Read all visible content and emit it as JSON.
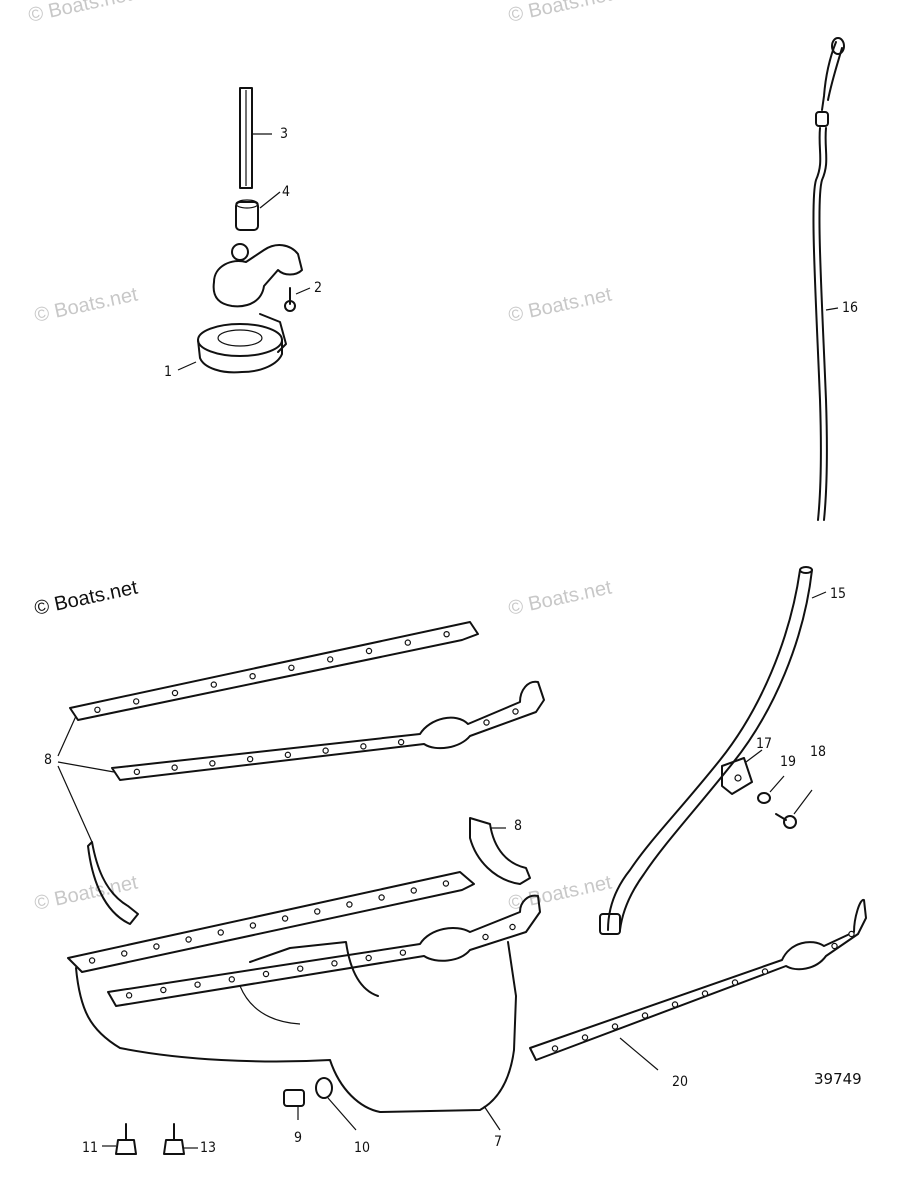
{
  "watermarks": {
    "faint": "© Boats.net",
    "strong": "© Boats.net"
  },
  "figure_number": "39749",
  "callouts": {
    "c1": "1",
    "c2": "2",
    "c3": "3",
    "c4": "4",
    "c7": "7",
    "c8a": "8",
    "c8b": "8",
    "c9": "9",
    "c10": "10",
    "c11": "11",
    "c13": "13",
    "c15": "15",
    "c16": "16",
    "c17": "17",
    "c18": "18",
    "c19": "19",
    "c20": "20"
  }
}
